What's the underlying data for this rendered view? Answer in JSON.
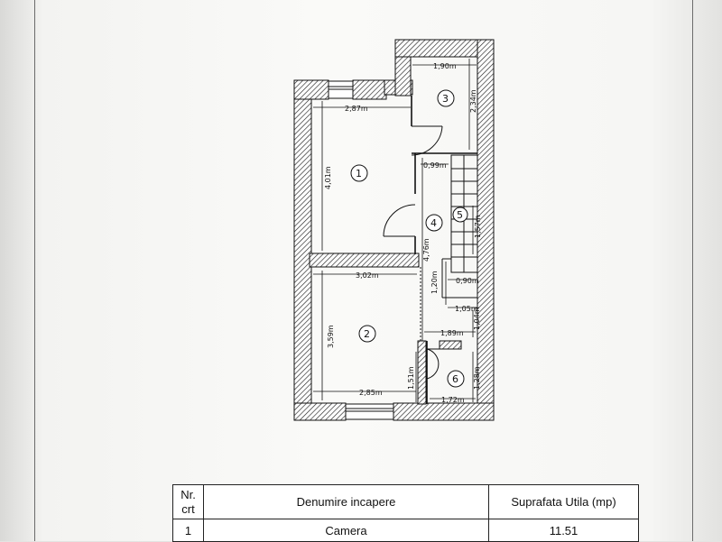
{
  "rooms": {
    "1": "1",
    "2": "2",
    "3": "3",
    "4": "4",
    "5": "5",
    "6": "6"
  },
  "dimensions": {
    "r1_width": "2,87m",
    "r1_height": "4,01m",
    "r2_top": "3,02m",
    "r2_height": "3,59m",
    "r2_bottom": "2,85m",
    "r2_wall": "1,51m",
    "r3_width": "1,90m",
    "r3_height": "2,34m",
    "hall_door": "0,99m",
    "hall_height": "4,76m",
    "stair_len": "1,57m",
    "landing_h": "1,20m",
    "landing_w": "0,90m",
    "step": "1,05m",
    "r6_gap": "1,04m",
    "corridor": "1,89m",
    "r6_height": "1,28m",
    "r6_width": "1,72m"
  },
  "table": {
    "headers": {
      "nr": "Nr. crt",
      "name": "Denumire incapere",
      "area": "Suprafata Utila (mp)"
    },
    "rows": [
      {
        "nr": "1",
        "name": "Camera",
        "area": "11.51"
      }
    ]
  }
}
